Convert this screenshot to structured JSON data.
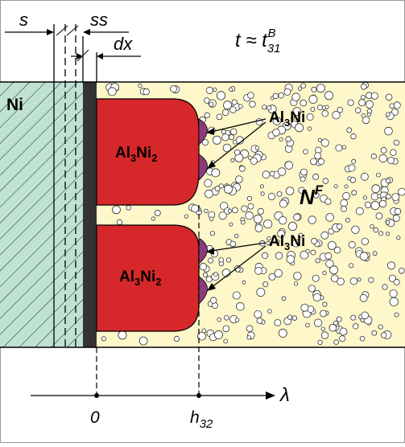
{
  "labels": {
    "s": "s",
    "ss": "ss",
    "dx": "dx",
    "time": "t ≈ t",
    "time_sub": "31",
    "time_sup": "B",
    "ni": "Ni",
    "phase_main": {
      "base": "Al",
      "sub": "3",
      "mid": "Ni",
      "sub2": "2"
    },
    "phase_small": {
      "base": "Al",
      "sub": "3",
      "mid": "Ni"
    },
    "nf_base": "N",
    "nf_sup": "F",
    "origin": "0",
    "h_base": "h",
    "h_sub": "32",
    "axis": "λ"
  },
  "colors": {
    "ni_fill": "#bfe3d3",
    "melt_fill": "#fdf7c9",
    "grain_fill": "#ffffff",
    "al3ni2_fill": "#d6282a",
    "al3ni_fill": "#8d3a7c",
    "wall": "#333333",
    "line": "#000000"
  }
}
